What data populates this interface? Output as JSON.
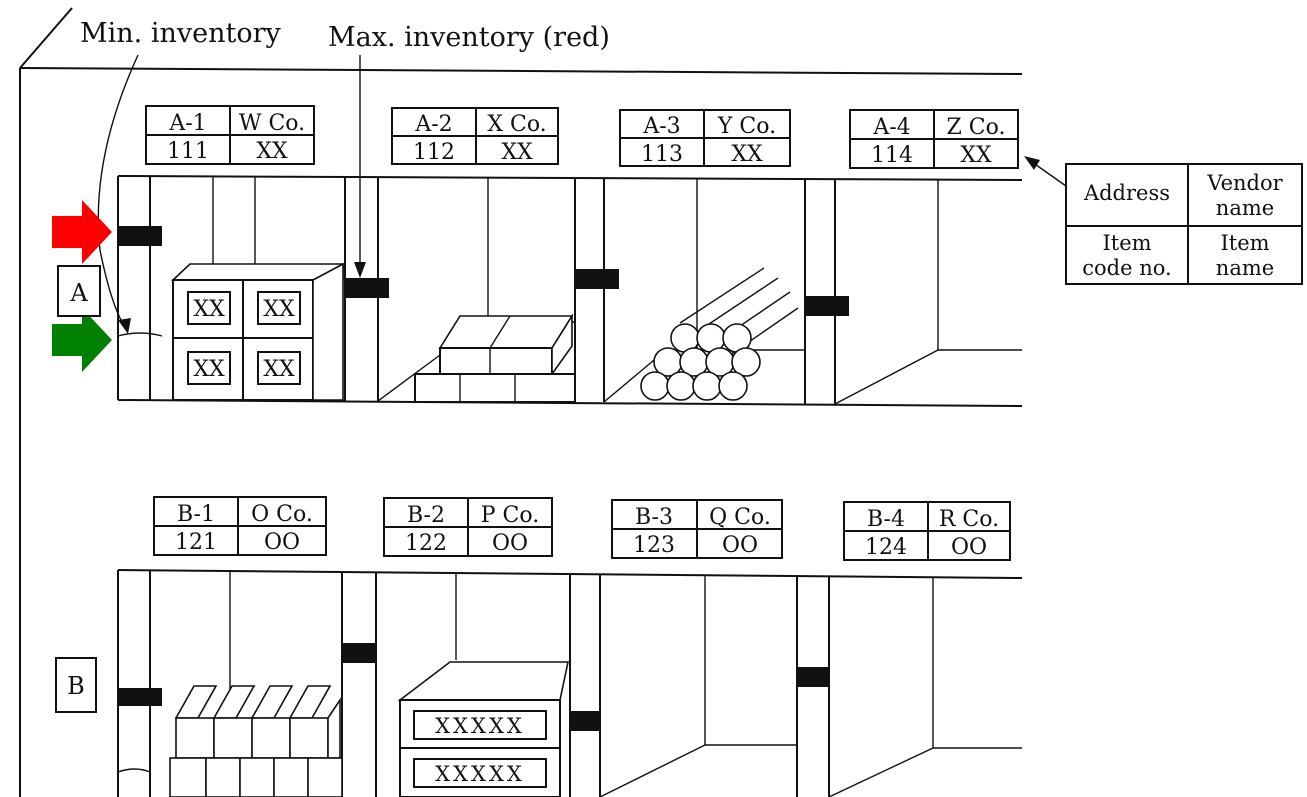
{
  "annotations": {
    "min_label": "Min. inventory",
    "max_label": "Max. inventory (red)"
  },
  "rows": {
    "a": {
      "label": "A"
    },
    "b": {
      "label": "B"
    }
  },
  "bins": {
    "a": [
      {
        "location": "A-1",
        "vendor": "W Co.",
        "code": "111",
        "item": "XX"
      },
      {
        "location": "A-2",
        "vendor": "X Co.",
        "code": "112",
        "item": "XX"
      },
      {
        "location": "A-3",
        "vendor": "Y Co.",
        "code": "113",
        "item": "XX"
      },
      {
        "location": "A-4",
        "vendor": "Z Co.",
        "code": "114",
        "item": "XX"
      }
    ],
    "b": [
      {
        "location": "B-1",
        "vendor": "O Co.",
        "code": "121",
        "item": "OO"
      },
      {
        "location": "B-2",
        "vendor": "P Co.",
        "code": "122",
        "item": "OO"
      },
      {
        "location": "B-3",
        "vendor": "Q Co.",
        "code": "123",
        "item": "OO"
      },
      {
        "location": "B-4",
        "vendor": "R Co.",
        "code": "124",
        "item": "OO"
      }
    ]
  },
  "legend": {
    "address": "Address",
    "vendor_line1": "Vendor",
    "vendor_line2": "name",
    "code_line1": "Item",
    "code_line2": "code no.",
    "item_line1": "Item",
    "item_line2": "name"
  },
  "box_labels": {
    "small": "XX",
    "long": "XXXXX"
  },
  "colors": {
    "max_arrow": "#ff0000",
    "min_arrow": "#008000",
    "ink": "#111111"
  }
}
